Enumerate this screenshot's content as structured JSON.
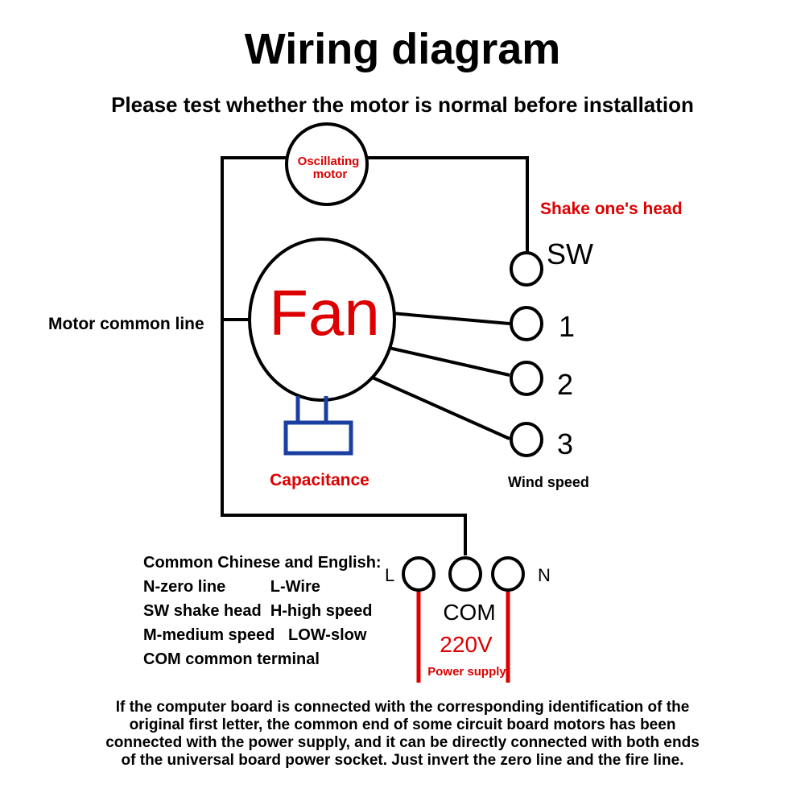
{
  "header": {
    "title": "Wiring diagram",
    "subtitle": "Please test whether the motor is normal before installation"
  },
  "diagram": {
    "oscillating_motor": [
      "Oscillating",
      "motor"
    ],
    "fan_label": "Fan",
    "motor_common_line": "Motor common line",
    "shake_head": "Shake one's head",
    "capacitance": "Capacitance",
    "wind_speed": "Wind speed",
    "terminals": {
      "sw": "SW",
      "t1": "1",
      "t2": "2",
      "t3": "3"
    },
    "power": {
      "l": "L",
      "n": "N",
      "com": "COM",
      "voltage": "220V",
      "supply": "Power supply"
    },
    "colors": {
      "red": "#dd0000",
      "blue": "#1a3fa0",
      "black": "#000000"
    }
  },
  "legend": {
    "heading": "Common Chinese and English:",
    "rows": [
      "N-zero line          L-Wire",
      "SW shake head  H-high speed",
      "M-medium speed   LOW-slow",
      "COM common terminal"
    ]
  },
  "note": "If the computer board is connected with the corresponding identification of the original first letter, the common end of some circuit board motors has been connected with the power supply, and it can be directly connected with both ends of the universal board power socket. Just invert the zero line and the fire line."
}
